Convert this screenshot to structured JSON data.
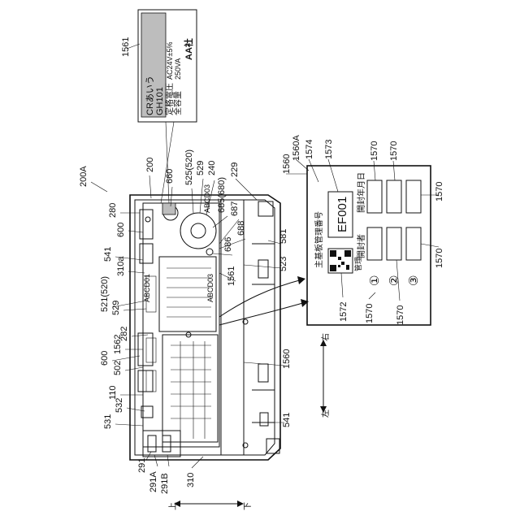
{
  "figure_id": "200A",
  "labels": {
    "l1561_top": "1561",
    "l660": "660",
    "l200": "200",
    "l525": "525(520)",
    "l529_top": "529",
    "l240": "240",
    "l229": "229",
    "l685": "685(680)",
    "l687": "687",
    "l688": "688",
    "l686": "686",
    "l280": "280",
    "l600_top": "600",
    "l541_top": "541",
    "l310a": "310a",
    "l521": "521(520)",
    "l529_mid": "529",
    "l282": "282",
    "l600_mid": "600",
    "l502": "502",
    "l1562": "1562",
    "l110": "110",
    "l532": "532",
    "l531": "531",
    "l291": "291",
    "l291A": "291A",
    "l291B": "291B",
    "l310": "310",
    "l581": "581",
    "l523": "523",
    "l1561_mid": "1561",
    "l1560": "1560",
    "l541_bot": "541",
    "l1560_box": "1560",
    "l1560A": "1560A",
    "l1574": "1574",
    "l1573": "1573",
    "l1570_a": "1570",
    "l1570_b": "1570",
    "l1570_c": "1570",
    "l1570_d": "1570",
    "l1570_e": "1570",
    "l1570_f": "1570",
    "l1572": "1572"
  },
  "direction": {
    "left": "左",
    "right": "右",
    "up": "上",
    "down": "下"
  },
  "nameplate": {
    "line1": "CRあいう",
    "line2": "GH101",
    "rated_label": "定格電圧",
    "capacity_label": "全容量",
    "rated_value": "AC24V±5%",
    "capacity_value": "250VA",
    "company": "AA社"
  },
  "board_texts": {
    "abcd03_top": "ABCD03",
    "abcd01": "ABCD01",
    "abcd03_mid": "ABCD03"
  },
  "label_card": {
    "title": "主基板管理番号",
    "serial": "EF001",
    "qr_caption": "管理",
    "date_header": "開封年月日",
    "opener_header": "開封者",
    "circle1": "①",
    "circle2": "②",
    "circle3": "③"
  }
}
